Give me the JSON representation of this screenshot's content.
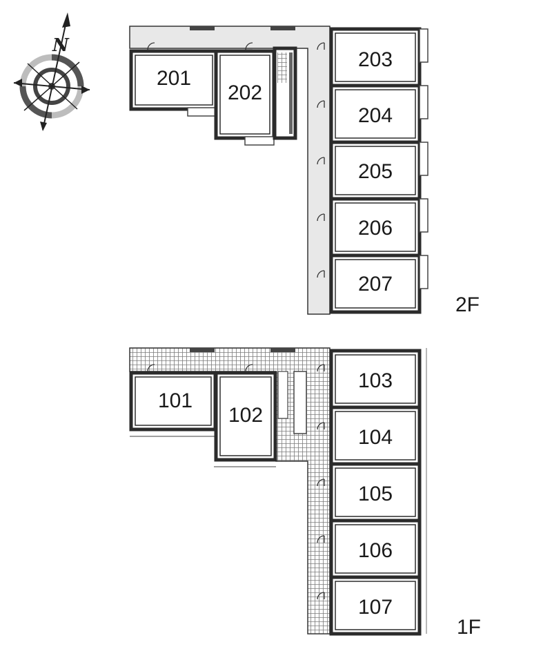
{
  "compass": {
    "north_label": "N",
    "icon": "compass-rose-icon"
  },
  "floors": [
    {
      "label": "2F",
      "units": [
        "201",
        "202",
        "203",
        "204",
        "205",
        "206",
        "207"
      ]
    },
    {
      "label": "1F",
      "units": [
        "101",
        "102",
        "103",
        "104",
        "105",
        "106",
        "107"
      ]
    }
  ],
  "colors": {
    "wall": "#2b2b2b",
    "corridor_2f": "#e6e6e6",
    "corridor_1f_tile": "#8a8a8a",
    "background": "#ffffff"
  }
}
